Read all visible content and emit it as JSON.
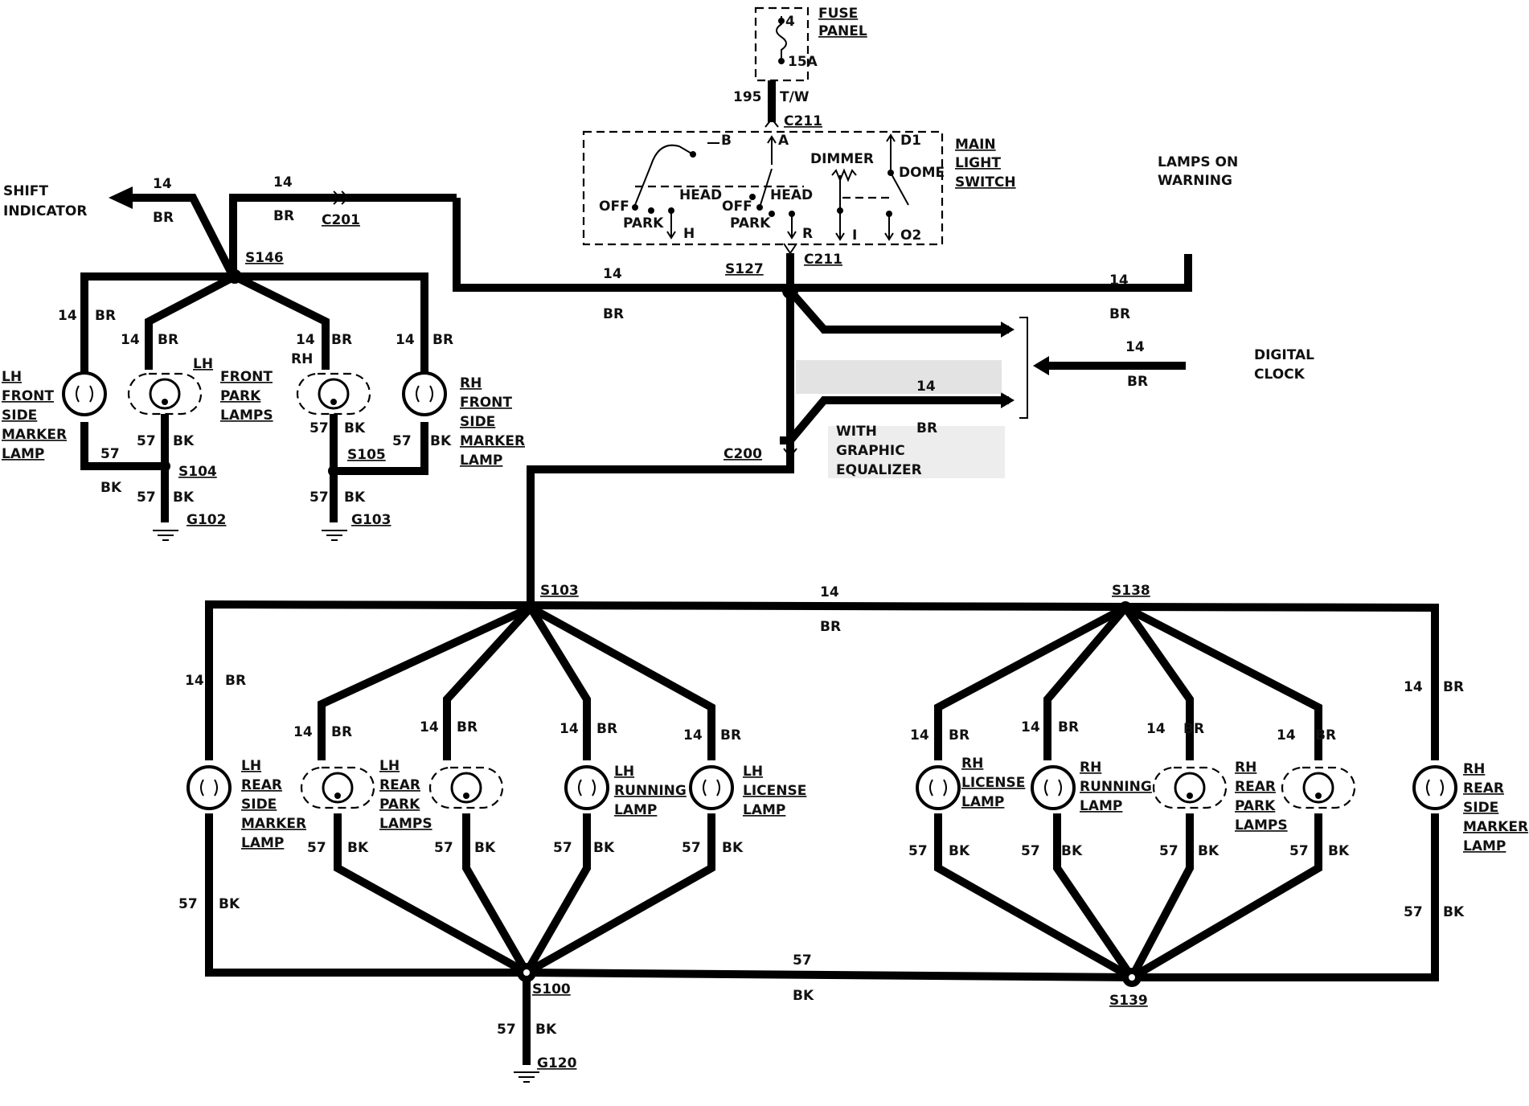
{
  "fuse_panel": {
    "label_1": "FUSE",
    "label_2": "PANEL",
    "pin": "4",
    "rating": "15A"
  },
  "feed": {
    "circuit": "195",
    "color": "T/W",
    "connector": "C211"
  },
  "switch": {
    "label_1": "MAIN",
    "label_2": "LIGHT",
    "label_3": "SWITCH",
    "b": "B",
    "a": "A",
    "d1": "D1",
    "dimmer": "DIMMER",
    "dome": "DOME",
    "head1": "HEAD",
    "head2": "HEAD",
    "off1": "OFF",
    "off2": "OFF",
    "park1": "PARK",
    "park2": "PARK",
    "h": "H",
    "r": "R",
    "i": "I",
    "d2": "O2",
    "connector_bottom": "C211"
  },
  "lamps_on_warning": {
    "l1": "LAMPS ON",
    "l2": "WARNING"
  },
  "shift_indicator": {
    "l1": "SHIFT",
    "l2": "INDICATOR"
  },
  "digital_clock": {
    "l1": "DIGITAL",
    "l2": "CLOCK"
  },
  "equalizer": {
    "l1": "WITH",
    "l2": "GRAPHIC",
    "l3": "EQUALIZER"
  },
  "splices": {
    "s146": "S146",
    "s127": "S127",
    "s104": "S104",
    "s105": "S105",
    "s103": "S103",
    "s138": "S138",
    "s100": "S100",
    "s139": "S139"
  },
  "connectors": {
    "c201": "C201",
    "c200": "C200"
  },
  "grounds": {
    "g102": "G102",
    "g103": "G103",
    "g120": "G120"
  },
  "wire": {
    "n14": "14",
    "br": "BR",
    "n57": "57",
    "bk": "BK",
    "rh": "RH"
  },
  "front_lamps": {
    "lh_marker": [
      "LH",
      "FRONT",
      "SIDE",
      "MARKER",
      "LAMP"
    ],
    "lh_tag": "LH",
    "front_park": [
      "FRONT",
      "PARK",
      "LAMPS"
    ],
    "rh_marker": [
      "RH",
      "FRONT",
      "SIDE",
      "MARKER",
      "LAMP"
    ]
  },
  "rear_lamps": {
    "lh_side_marker": [
      "LH",
      "REAR",
      "SIDE",
      "MARKER",
      "LAMP"
    ],
    "lh_park": [
      "LH",
      "REAR",
      "PARK",
      "LAMPS"
    ],
    "lh_running": [
      "LH",
      "RUNNING",
      "LAMP"
    ],
    "lh_license": [
      "LH",
      "LICENSE",
      "LAMP"
    ],
    "rh_license": [
      "RH",
      "LICENSE",
      "LAMP"
    ],
    "rh_running": [
      "RH",
      "RUNNING",
      "LAMP"
    ],
    "rh_park": [
      "RH",
      "REAR",
      "PARK",
      "LAMPS"
    ],
    "rh_side_marker": [
      "RH",
      "REAR",
      "SIDE",
      "MARKER",
      "LAMP"
    ]
  }
}
